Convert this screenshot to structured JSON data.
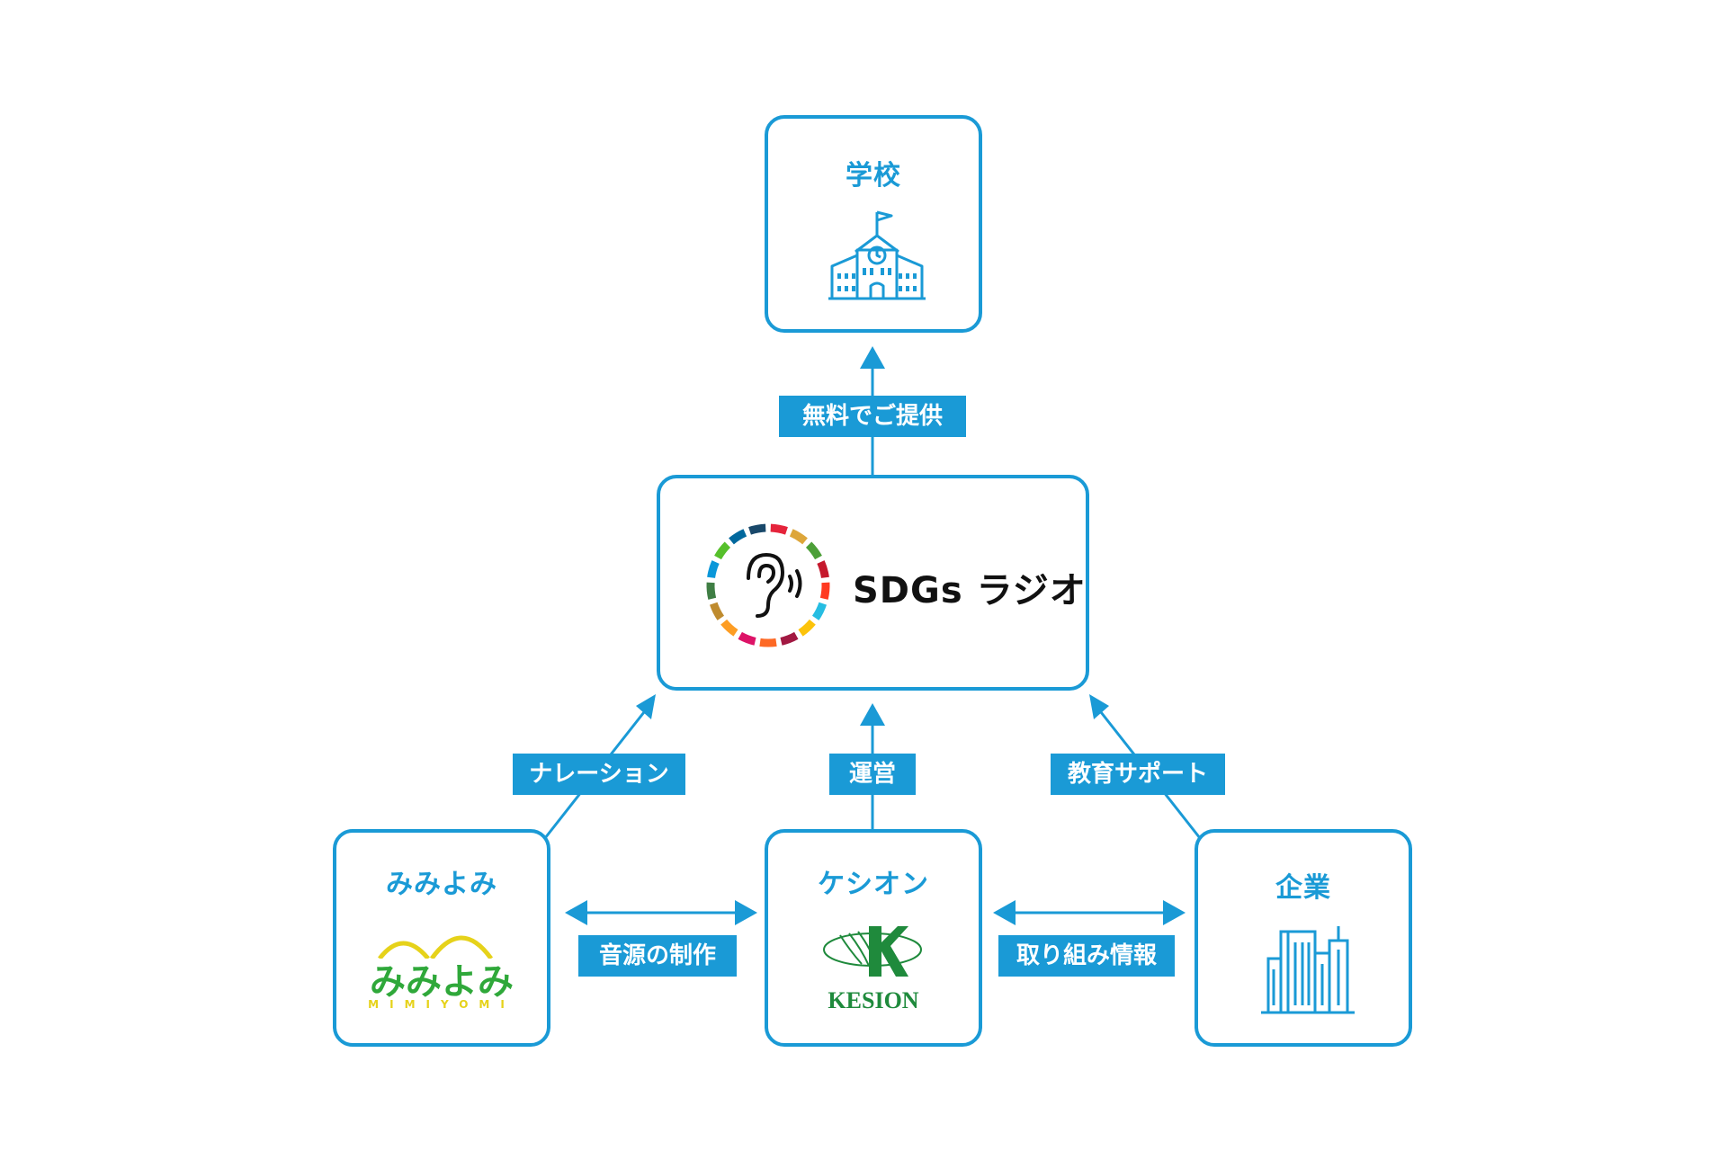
{
  "nodes": {
    "school": {
      "label": "学校",
      "icon": "school-building-icon"
    },
    "center": {
      "logo_text": "SDGs ラジオ",
      "icon": "sdgs-ear-logo-icon"
    },
    "mimiyomi": {
      "label": "みみよみ",
      "logo_text": "みみよみ",
      "logo_subtext": "MIMIYOMI"
    },
    "kesion": {
      "label": "ケシオン",
      "logo_text": "KESION"
    },
    "company": {
      "label": "企業",
      "icon": "office-buildings-icon"
    }
  },
  "edges": {
    "center_to_school": "無料でご提供",
    "mimiyomi_to_center": "ナレーション",
    "kesion_to_center": "運営",
    "company_to_center": "教育サポート",
    "mimiyomi_kesion": "音源の制作",
    "kesion_company": "取り組み情報"
  },
  "colors": {
    "accent": "#1a9ad6",
    "mimiyomi_green": "#2fa83a",
    "mimiyomi_yellow": "#e6d21a",
    "kesion_green": "#1f8a3c"
  }
}
